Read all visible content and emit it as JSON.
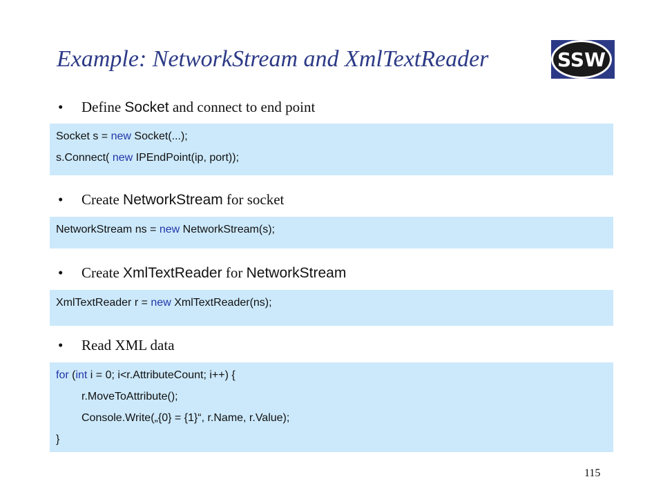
{
  "slide": {
    "title": "Example: NetworkStream and XmlTextReader",
    "logo_text": "SSW",
    "page_number": "115"
  },
  "sections": [
    {
      "bullet": {
        "pre": "Define ",
        "mono": "Socket",
        "post": " and connect to end point"
      },
      "code": [
        {
          "pre": "Socket s = ",
          "kw": "new",
          "post": " Socket(...);"
        },
        {
          "pre": "s.Connect( ",
          "kw": "new",
          "post": " IPEndPoint(ip, port));"
        }
      ]
    },
    {
      "bullet": {
        "pre": "Create ",
        "mono": "NetworkStream",
        "post": " for socket"
      },
      "code": [
        {
          "pre": "NetworkStream ns = ",
          "kw": "new",
          "post": " NetworkStream(s);"
        }
      ]
    },
    {
      "bullet": {
        "pre": "Create ",
        "mono": "XmlTextReader",
        "mid": " for ",
        "mono2": "NetworkStream"
      },
      "code": [
        {
          "pre": "XmlTextReader r = ",
          "kw": "new",
          "post": " XmlTextReader(ns);"
        }
      ]
    },
    {
      "bullet": {
        "pre": "Read XML data"
      },
      "code": [
        {
          "kw": "for",
          "mid": " (",
          "kw2": "int",
          "post": " i = 0; i<r.AttributeCount; i++) {"
        },
        {
          "post": "r.MoveToAttribute();"
        },
        {
          "post": "Console.Write(„{0} = {1}“, r.Name, r.Value);"
        },
        {
          "post": "}"
        }
      ]
    }
  ]
}
